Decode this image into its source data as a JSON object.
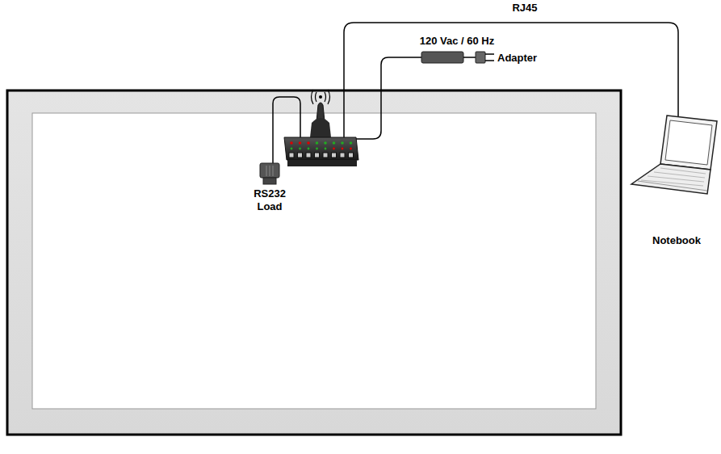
{
  "diagram": {
    "labels": [
      "RJ45",
      "120 Vac / 60 Hz",
      "Adapter",
      "RS232 Load",
      "Notebook"
    ]
  }
}
